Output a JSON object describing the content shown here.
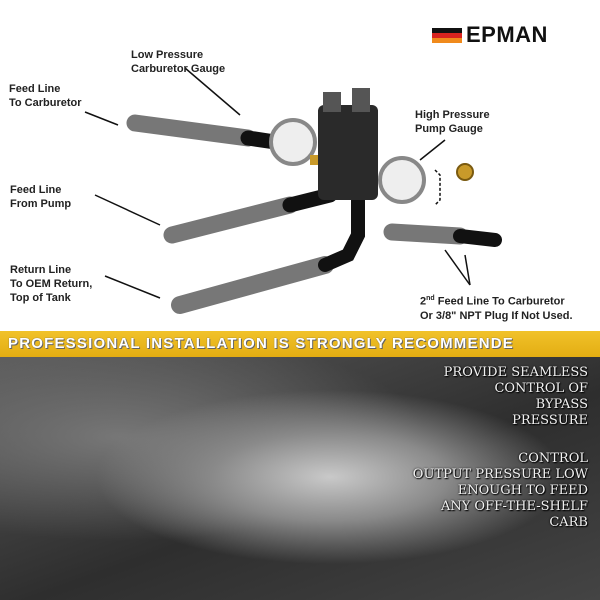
{
  "brand": {
    "name": "EPMAN",
    "stripe_colors": [
      "#111111",
      "#d8231f",
      "#f08a1c"
    ]
  },
  "labels": {
    "low_pressure": [
      "Low Pressure",
      "Carburetor Gauge"
    ],
    "feed_to_carb": [
      "Feed Line",
      "To Carburetor"
    ],
    "high_pressure": [
      "High Pressure",
      "Pump Gauge"
    ],
    "feed_from_pump": [
      "Feed Line",
      "From Pump"
    ],
    "return_line": [
      "Return Line",
      "To OEM Return,",
      "Top of Tank"
    ],
    "second_feed": {
      "num": "2",
      "sup": "nd",
      "rest": " Feed Line To Carburetor",
      "line2": "Or 3/8\" NPT Plug If Not Used."
    }
  },
  "banner": {
    "text": "PROFESSIONAL INSTALLATION IS STRONGLY RECOMMENDE",
    "color": "#e8b41a"
  },
  "photo_text": {
    "block1": [
      "Provide seamless",
      "control of",
      "bypass",
      "pressure"
    ],
    "block2": [
      "Control",
      "output pressure low",
      "enough to feed",
      "any off-the-shelf",
      "carb"
    ]
  }
}
